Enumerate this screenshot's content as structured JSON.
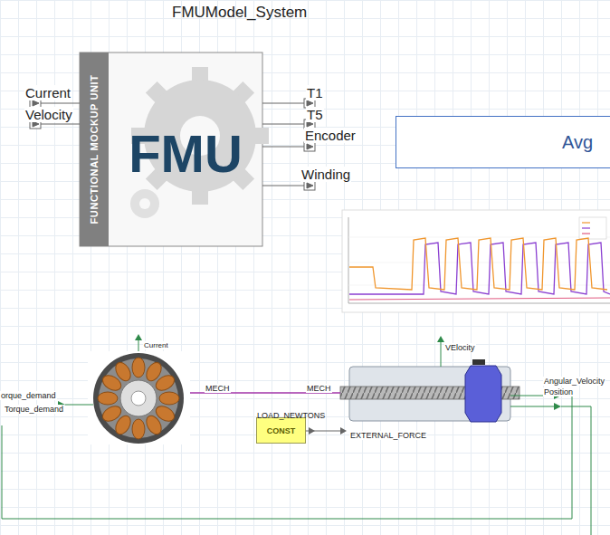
{
  "diagram": {
    "nodes": [
      {
        "text": [
          "FMUModel_System",
          "FUNCTIONAL MOCKUP UNIT",
          "FMU"
        ]
      },
      {
        "text": [
          "Avg"
        ]
      },
      {
        "text": [
          "LOAD_NEWTONS",
          "CONST"
        ]
      }
    ],
    "labels": [
      "Current",
      "Velocity",
      "T1",
      "T5",
      "Encoder",
      "Winding",
      "orque_demand",
      "Torque_demand",
      "Current",
      "MECH",
      "MECH",
      "VElocity",
      "EXTERNAL_FORCE",
      "Angular_Velocity",
      "Position"
    ]
  }
}
